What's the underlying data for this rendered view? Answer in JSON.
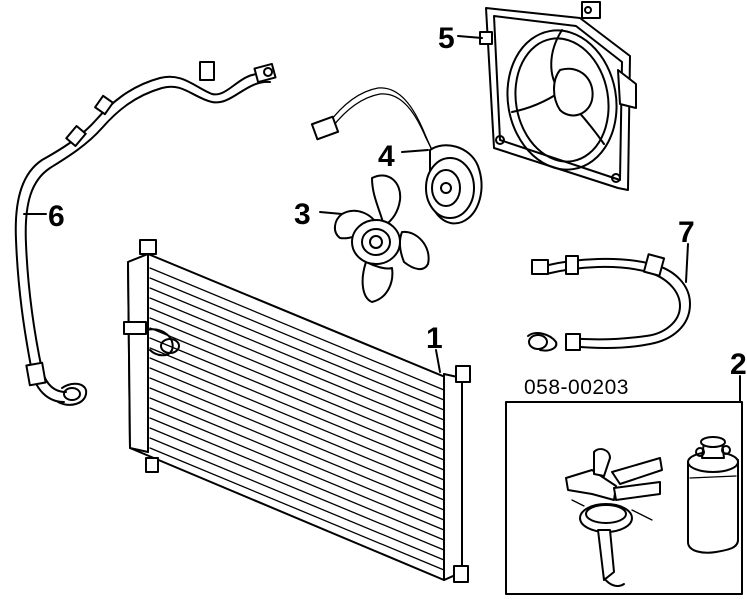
{
  "callouts": {
    "c1": "1",
    "c2": "2",
    "c3": "3",
    "c4": "4",
    "c5": "5",
    "c6": "6",
    "c7": "7"
  },
  "part_number": "058-00203"
}
